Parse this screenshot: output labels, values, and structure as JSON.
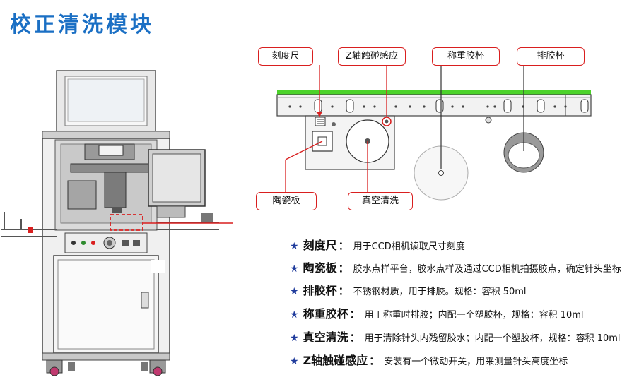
{
  "title": "校正清洗模块",
  "callouts": {
    "scale_ruler": "刻度尺",
    "z_sensor": "Z轴触碰感应",
    "weigh_cup": "称重胶杯",
    "discharge_cup": "排胶杯",
    "ceramic_plate": "陶瓷板",
    "vacuum_clean": "真空清洗"
  },
  "descriptions": [
    {
      "term": "刻度尺",
      "colon": "：",
      "text": "用于CCD相机读取尺寸刻度"
    },
    {
      "term": "陶瓷板",
      "colon": "：",
      "text": "胶水点样平台，胶水点样及通过CCD相机拍摄胶点，确定针头坐标"
    },
    {
      "term": "排胶杯",
      "colon": "：",
      "text": "不锈钢材质，用于排胶。规格：容积 50ml"
    },
    {
      "term": "称重胶杯",
      "colon": "：",
      "text": "用于称重时排胶；内配一个塑胶杯，规格：容积 10ml"
    },
    {
      "term": "真空清洗",
      "colon": "：",
      "text": "用于清除针头内残留胶水；内配一个塑胶杯，规格：容积 10ml"
    },
    {
      "term": "Z轴触碰感应",
      "colon": "：",
      "text": "安装有一个微动开关，用来测量针头高度坐标"
    }
  ],
  "colors": {
    "title": "#1a6fc4",
    "callout_border": "#d91f1f",
    "rail_green": "#4cd32a",
    "star": "#1f3b9c"
  },
  "icons": {
    "bullet": "star-icon"
  }
}
